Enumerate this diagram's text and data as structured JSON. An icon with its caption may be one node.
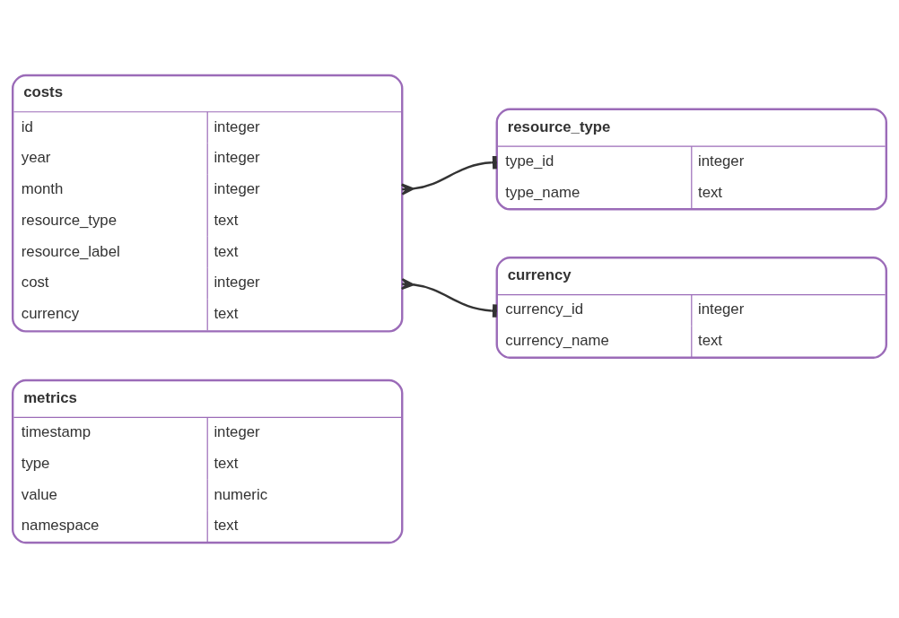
{
  "diagram": {
    "nodes": [
      {
        "text": [
          "costs",
          "id",
          "integer",
          "year",
          "integer",
          "month",
          "integer",
          "resource_type",
          "text",
          "resource_label",
          "text",
          "cost",
          "integer",
          "currency",
          "text"
        ]
      },
      {
        "text": [
          "resource_type",
          "type_id",
          "integer",
          "type_name",
          "text"
        ]
      },
      {
        "text": [
          "currency",
          "currency_id",
          "integer",
          "currency_name",
          "text"
        ]
      },
      {
        "text": [
          "metrics",
          "timestamp",
          "integer",
          "type",
          "text",
          "value",
          "numeric",
          "namespace",
          "text"
        ]
      }
    ],
    "edges": [
      {
        "from": 0,
        "to": 1,
        "arrow": "other"
      },
      {
        "from": 0,
        "to": 2,
        "arrow": "other"
      }
    ]
  }
}
